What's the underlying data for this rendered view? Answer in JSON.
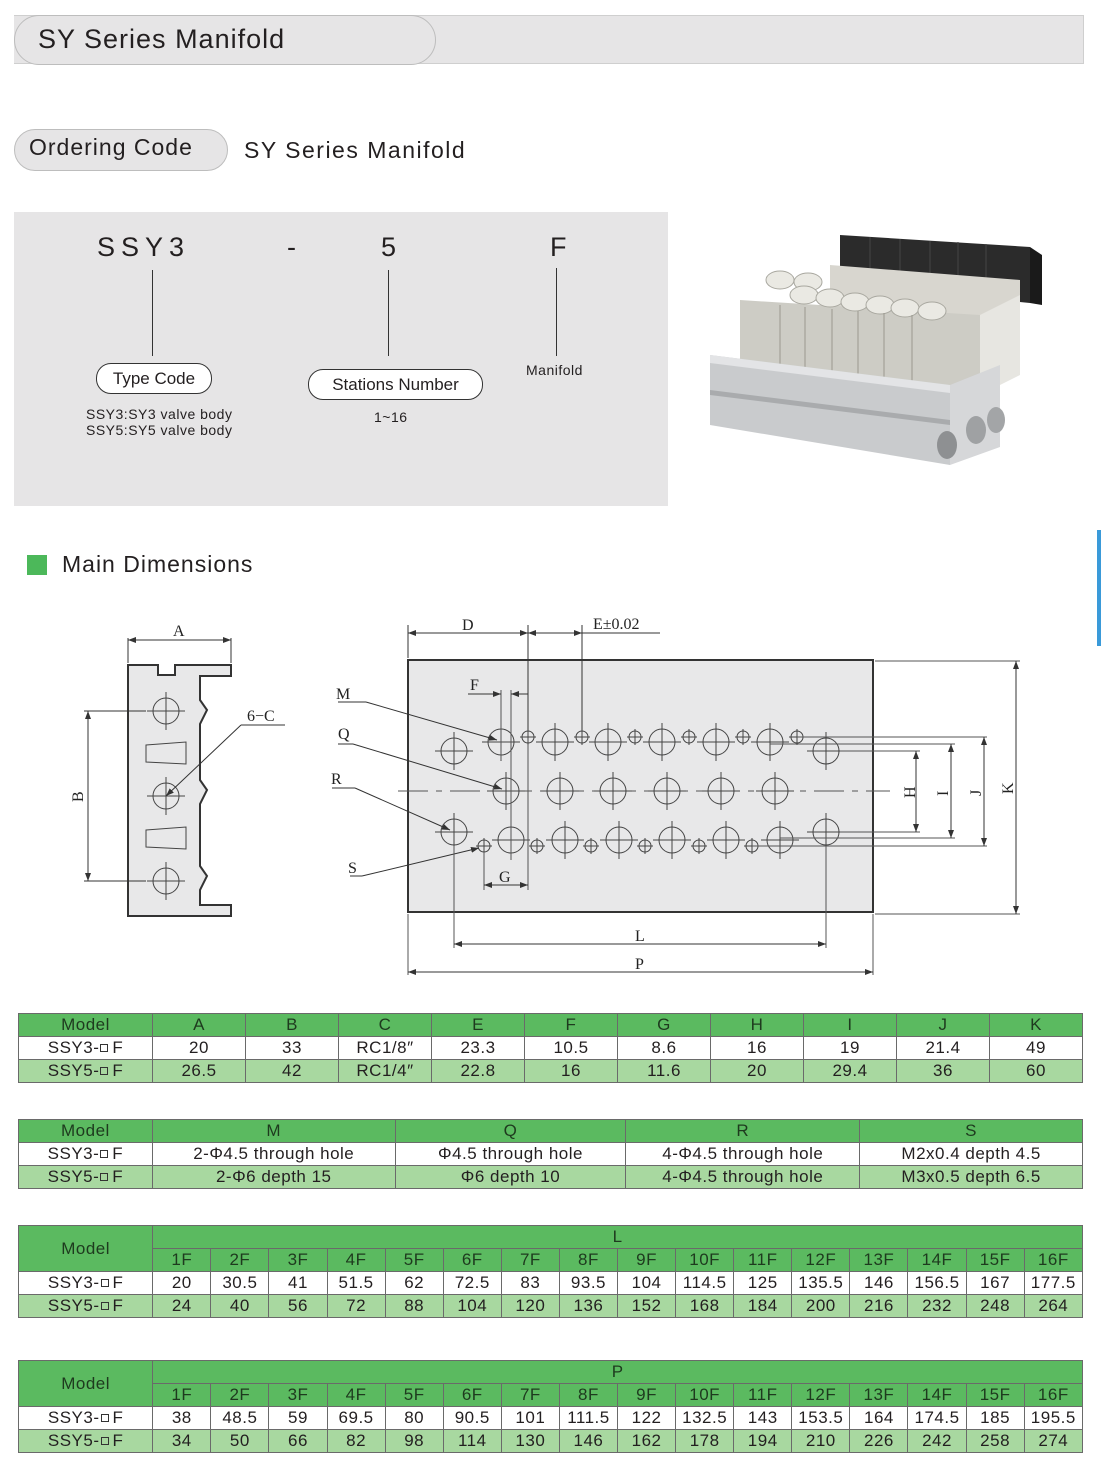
{
  "header": {
    "title": "SY Series Manifold"
  },
  "ordering": {
    "badge": "Ordering Code",
    "subtitle": "SY Series Manifold",
    "code": {
      "type": "SSY3",
      "dash": "-",
      "stations": "5",
      "suffix": "F"
    },
    "type_label": "Type Code",
    "type_options": [
      "SSY3:SY3 valve body",
      "SSY5:SY5 valve body"
    ],
    "stations_label": "Stations Number",
    "stations_range": "1~16",
    "suffix_label": "Manifold"
  },
  "photo": {
    "alt": "SY series valve manifold product photo"
  },
  "dimensions": {
    "title": "Main Dimensions",
    "accent": "#4cb85a",
    "side_tab_color": "#3a9ad9",
    "drawing_labels": {
      "A": "A",
      "B": "B",
      "C": "6−C",
      "D": "D",
      "E": "E±0.02",
      "F": "F",
      "G": "G",
      "H": "H",
      "I": "I",
      "J": "J",
      "K": "K",
      "L": "L",
      "M": "M",
      "P": "P",
      "Q": "Q",
      "R": "R",
      "S": "S"
    }
  },
  "table1": {
    "headers": [
      "Model",
      "A",
      "B",
      "C",
      "E",
      "F",
      "G",
      "H",
      "I",
      "J",
      "K"
    ],
    "rows": [
      {
        "model_prefix": "SSY3-",
        "model_suffix": "F",
        "values": [
          "20",
          "33",
          "RC1/8″",
          "23.3",
          "10.5",
          "8.6",
          "16",
          "19",
          "21.4",
          "49"
        ]
      },
      {
        "model_prefix": "SSY5-",
        "model_suffix": "F",
        "values": [
          "26.5",
          "42",
          "RC1/4″",
          "22.8",
          "16",
          "11.6",
          "20",
          "29.4",
          "36",
          "60"
        ]
      }
    ]
  },
  "table2": {
    "headers": [
      "Model",
      "M",
      "Q",
      "R",
      "S"
    ],
    "rows": [
      {
        "model_prefix": "SSY3-",
        "model_suffix": "F",
        "values": [
          "2-Φ4.5 through hole",
          "Φ4.5 through hole",
          "4-Φ4.5 through hole",
          "M2x0.4 depth 4.5"
        ]
      },
      {
        "model_prefix": "SSY5-",
        "model_suffix": "F",
        "values": [
          "2-Φ6 depth 15",
          "Φ6 depth 10",
          "4-Φ4.5 through hole",
          "M3x0.5 depth 6.5"
        ]
      }
    ]
  },
  "table3": {
    "model_header": "Model",
    "group_header": "L",
    "stations": [
      "1F",
      "2F",
      "3F",
      "4F",
      "5F",
      "6F",
      "7F",
      "8F",
      "9F",
      "10F",
      "11F",
      "12F",
      "13F",
      "14F",
      "15F",
      "16F"
    ],
    "rows": [
      {
        "model_prefix": "SSY3-",
        "model_suffix": "F",
        "values": [
          "20",
          "30.5",
          "41",
          "51.5",
          "62",
          "72.5",
          "83",
          "93.5",
          "104",
          "114.5",
          "125",
          "135.5",
          "146",
          "156.5",
          "167",
          "177.5"
        ]
      },
      {
        "model_prefix": "SSY5-",
        "model_suffix": "F",
        "values": [
          "24",
          "40",
          "56",
          "72",
          "88",
          "104",
          "120",
          "136",
          "152",
          "168",
          "184",
          "200",
          "216",
          "232",
          "248",
          "264"
        ]
      }
    ]
  },
  "table4": {
    "model_header": "Model",
    "group_header": "P",
    "stations": [
      "1F",
      "2F",
      "3F",
      "4F",
      "5F",
      "6F",
      "7F",
      "8F",
      "9F",
      "10F",
      "11F",
      "12F",
      "13F",
      "14F",
      "15F",
      "16F"
    ],
    "rows": [
      {
        "model_prefix": "SSY3-",
        "model_suffix": "F",
        "values": [
          "38",
          "48.5",
          "59",
          "69.5",
          "80",
          "90.5",
          "101",
          "111.5",
          "122",
          "132.5",
          "143",
          "153.5",
          "164",
          "174.5",
          "185",
          "195.5"
        ]
      },
      {
        "model_prefix": "SSY5-",
        "model_suffix": "F",
        "values": [
          "34",
          "50",
          "66",
          "82",
          "98",
          "114",
          "130",
          "146",
          "162",
          "178",
          "194",
          "210",
          "226",
          "242",
          "258",
          "274"
        ]
      }
    ]
  }
}
